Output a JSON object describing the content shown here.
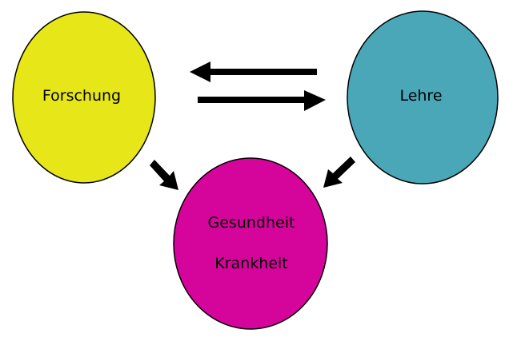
{
  "nodes": {
    "forschung": {
      "label": "Forschung",
      "color": "#e6e619"
    },
    "lehre": {
      "label": "Lehre",
      "color": "#4aa7b7"
    },
    "gesundheit": {
      "label_line1": "Gesundheit",
      "label_line2": "Krankheit",
      "color": "#d5049a"
    }
  },
  "arrow_color": "#000000"
}
